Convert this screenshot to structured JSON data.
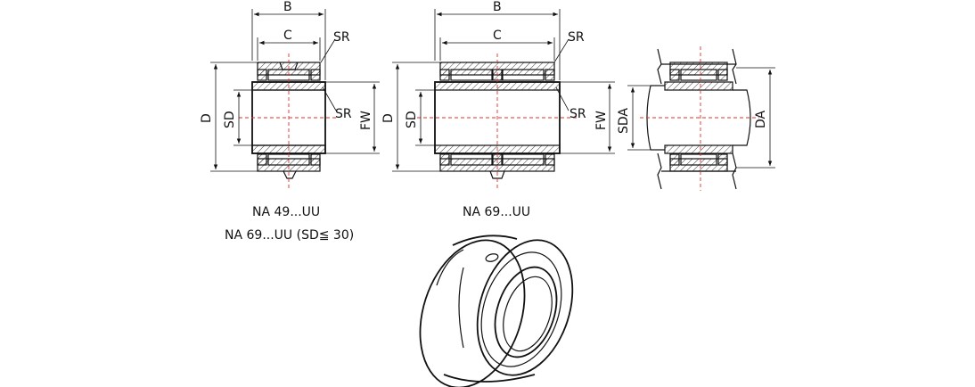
{
  "labels": {
    "B": "B",
    "C": "C",
    "SR": "SR",
    "D": "D",
    "SD": "SD",
    "FW": "FW",
    "SDA": "SDA",
    "DA": "DA"
  },
  "captions": {
    "left_line1": "NA 49...UU",
    "left_line2": "NA 69...UU (SD≦ 30)",
    "middle": "NA 69...UU"
  },
  "colors": {
    "lines": "#111111",
    "centerline": "#e0302a"
  }
}
